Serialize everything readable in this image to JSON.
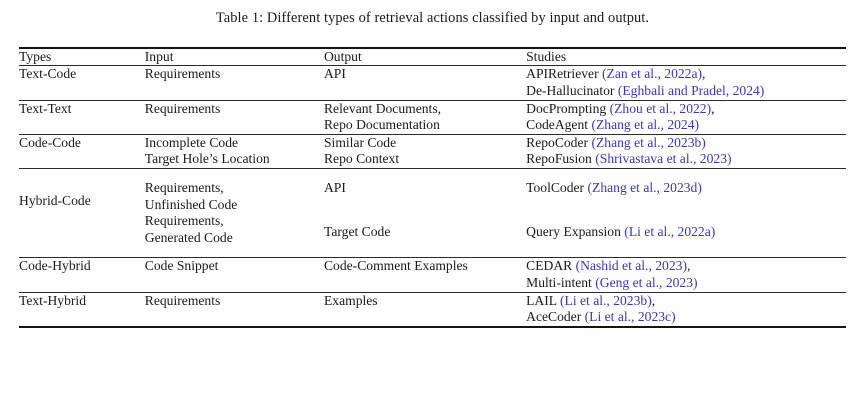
{
  "caption": "Table 1: Different types of retrieval actions classified by input and output.",
  "colors": {
    "citation": "#3a3aac",
    "text": "#1b1b1b",
    "rule": "#141414",
    "background": "#fefefe"
  },
  "table": {
    "columns": [
      "Types",
      "Input",
      "Output",
      "Studies"
    ],
    "rows": [
      {
        "type": "Text-Code",
        "input": [
          "Requirements"
        ],
        "output": [
          "API"
        ],
        "studies": [
          {
            "name": "APIRetriever ",
            "cite": "(Zan et al., 2022a)",
            "tail": ","
          },
          {
            "name": "De-Hallucinator ",
            "cite": "(Eghbali and Pradel, 2024)",
            "tail": ""
          }
        ]
      },
      {
        "type": "Text-Text",
        "input": [
          "Requirements"
        ],
        "output": [
          "Relevant Documents,",
          "Repo Documentation"
        ],
        "studies": [
          {
            "name": "DocPrompting ",
            "cite": "(Zhou et al., 2022)",
            "tail": ","
          },
          {
            "name": "CodeAgent ",
            "cite": "(Zhang et al., 2024)",
            "tail": ""
          }
        ]
      },
      {
        "type": "Code-Code",
        "input": [
          "Incomplete Code",
          "Target Hole’s Location"
        ],
        "output": [
          "Similar Code",
          "Repo Context"
        ],
        "studies": [
          {
            "name": "RepoCoder ",
            "cite": "(Zhang et al., 2023b)",
            "tail": ""
          },
          {
            "name": "RepoFusion ",
            "cite": "(Shrivastava et al., 2023)",
            "tail": ""
          }
        ]
      },
      {
        "type": "Hybrid-Code",
        "input": [
          "Requirements,",
          "Unfinished Code",
          "Requirements,",
          "Generated Code"
        ],
        "output": [
          "API",
          "Target Code"
        ],
        "studies": [
          {
            "name": "ToolCoder ",
            "cite": "(Zhang et al., 2023d)",
            "tail": ""
          },
          {
            "name": "Query Expansion ",
            "cite": "(Li et al., 2022a)",
            "tail": ""
          }
        ]
      },
      {
        "type": "Code-Hybrid",
        "input": [
          "Code Snippet"
        ],
        "output": [
          "Code-Comment Examples"
        ],
        "studies": [
          {
            "name": "CEDAR ",
            "cite": "(Nashid et al., 2023)",
            "tail": ","
          },
          {
            "name": "Multi-intent ",
            "cite": "(Geng et al., 2023)",
            "tail": ""
          }
        ]
      },
      {
        "type": "Text-Hybrid",
        "input": [
          "Requirements"
        ],
        "output": [
          "Examples"
        ],
        "studies": [
          {
            "name": "LAIL ",
            "cite": "(Li et al., 2023b)",
            "tail": ","
          },
          {
            "name": "AceCoder ",
            "cite": "(Li et al., 2023c)",
            "tail": ""
          }
        ]
      }
    ]
  }
}
